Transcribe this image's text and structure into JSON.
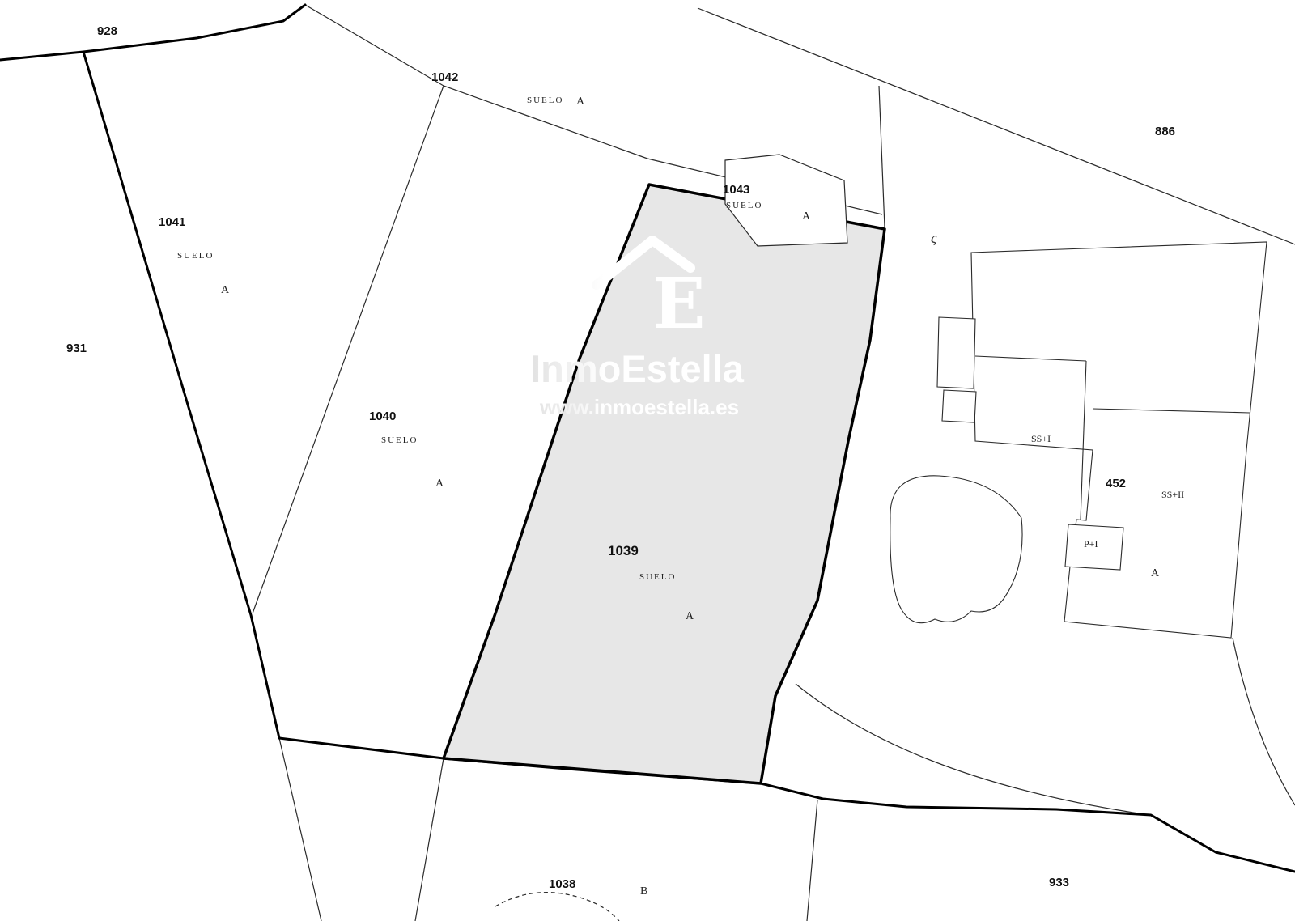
{
  "title": "Cadastral parcel map",
  "colors": {
    "background": "#ffffff",
    "highlight_parcel_fill": "#e7e7e7",
    "boundary_line": "#000000",
    "thin_line": "#2a2a2a",
    "watermark_light": "#d6d6d6",
    "watermark_white": "#ffffff"
  },
  "watermark": {
    "logo_icon": "house-roof-icon",
    "logo_letter": "E",
    "brand": "InmoEstella",
    "url": "www.inmoestella.es"
  },
  "labels": [
    {
      "name": "parcel-928-number",
      "text": "928"
    },
    {
      "name": "parcel-1042-number",
      "text": "1042"
    },
    {
      "name": "parcel-1042-suelo",
      "text": "SUELO"
    },
    {
      "name": "parcel-1042-use",
      "text": "A"
    },
    {
      "name": "parcel-1043-number",
      "text": "1043"
    },
    {
      "name": "parcel-1043-suelo",
      "text": "SUELO"
    },
    {
      "name": "parcel-1043-use",
      "text": "A"
    },
    {
      "name": "parcel-886-number",
      "text": "886"
    },
    {
      "name": "parcel-1041-number",
      "text": "1041"
    },
    {
      "name": "parcel-1041-suelo",
      "text": "SUELO"
    },
    {
      "name": "parcel-1041-use",
      "text": "A"
    },
    {
      "name": "parcel-931-number",
      "text": "931"
    },
    {
      "name": "parcel-1040-number",
      "text": "1040"
    },
    {
      "name": "parcel-1040-suelo",
      "text": "SUELO"
    },
    {
      "name": "parcel-1040-use",
      "text": "A"
    },
    {
      "name": "parcel-1039-number",
      "text": "1039"
    },
    {
      "name": "parcel-1039-suelo",
      "text": "SUELO"
    },
    {
      "name": "parcel-1039-use",
      "text": "A"
    },
    {
      "name": "building-ss1-label",
      "text": "SS+I"
    },
    {
      "name": "parcel-452-number",
      "text": "452"
    },
    {
      "name": "building-ss2-label",
      "text": "SS+II"
    },
    {
      "name": "building-p1-label",
      "text": "P+I"
    },
    {
      "name": "parcel-452-use",
      "text": "A"
    },
    {
      "name": "parcel-1038-number",
      "text": "1038"
    },
    {
      "name": "parcel-1038-use",
      "text": "B"
    },
    {
      "name": "parcel-933-number",
      "text": "933"
    },
    {
      "name": "map-squiggle-mark",
      "text": "ς"
    }
  ]
}
